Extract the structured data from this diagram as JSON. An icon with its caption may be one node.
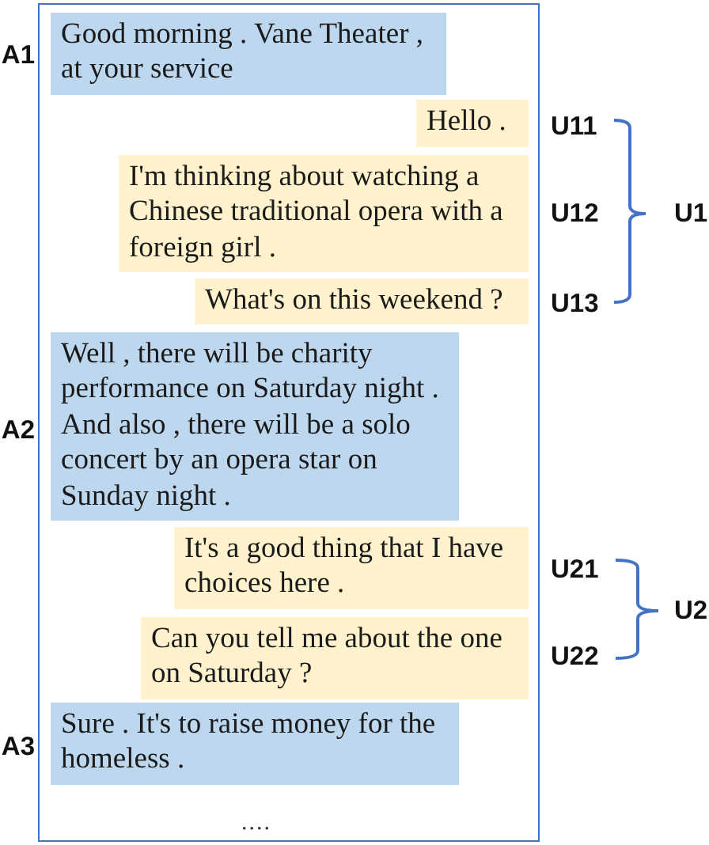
{
  "diagram": {
    "nodes": [
      {
        "text": [],
        "shape": "box"
      },
      {
        "text": [
          "Good morning . Vane Theater , at your service"
        ],
        "in": 0,
        "beside": [
          "A1"
        ]
      },
      {
        "text": [
          "Hello ."
        ],
        "in": 0,
        "beside": [
          "U11"
        ]
      },
      {
        "text": [
          "I'm thinking about watching a Chinese traditional opera with a foreign girl ."
        ],
        "in": 0,
        "beside": [
          "U12"
        ]
      },
      {
        "text": [
          "What's on this weekend ?"
        ],
        "in": 0,
        "beside": [
          "U13"
        ]
      },
      {
        "text": [
          "Well , there will be charity performance on Saturday night . And also , there will be a solo concert by an opera star on Sunday night ."
        ],
        "in": 0,
        "beside": [
          "A2"
        ]
      },
      {
        "text": [
          "It's a good thing that I have choices here ."
        ],
        "in": 0,
        "beside": [
          "U21"
        ]
      },
      {
        "text": [
          "Can you tell me about the one on Saturday ?"
        ],
        "in": 0,
        "beside": [
          "U22"
        ]
      },
      {
        "text": [
          "Sure . It's to raise money for the homeless ."
        ],
        "in": 0,
        "beside": [
          "A3"
        ]
      }
    ],
    "labels": [
      "U1",
      "U2",
      "...."
    ]
  }
}
